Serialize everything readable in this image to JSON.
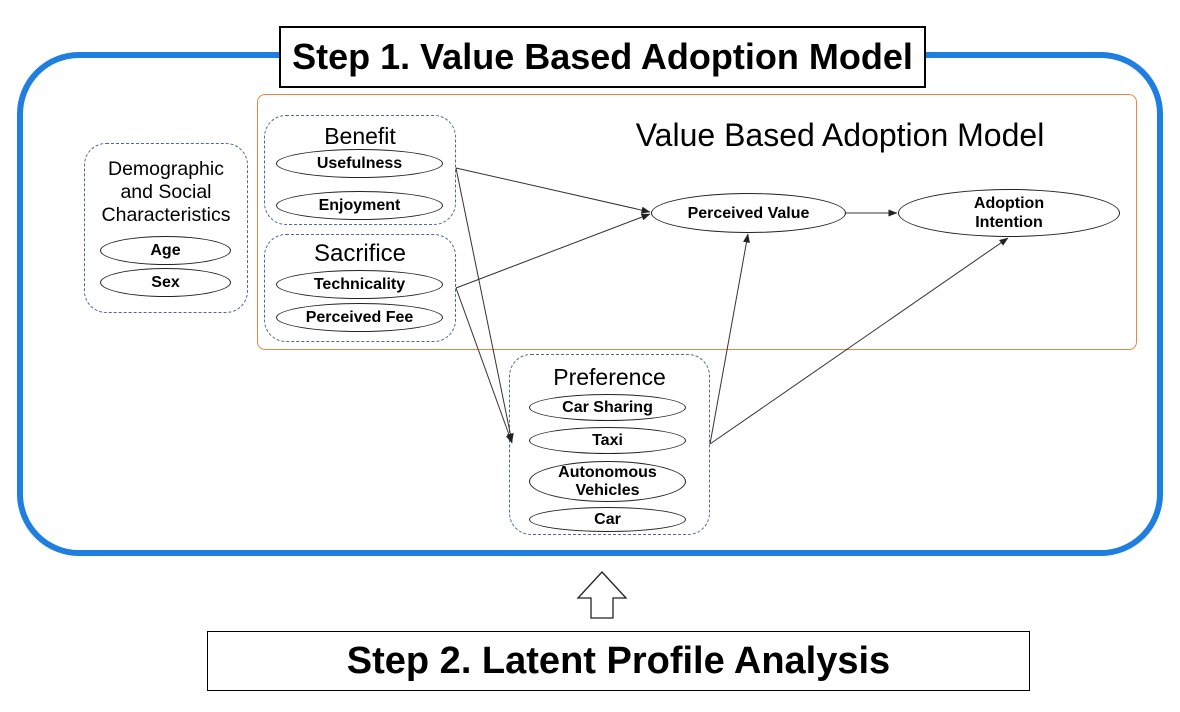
{
  "step1": {
    "title": "Step 1. Value Based Adoption Model"
  },
  "model": {
    "title": "Value Based Adoption Model",
    "perceived_value": "Perceived Value",
    "adoption_intention_line1": "Adoption",
    "adoption_intention_line2": "Intention"
  },
  "demographics": {
    "label_line1": "Demographic",
    "label_line2": "and Social",
    "label_line3": "Characteristics",
    "items": [
      "Age",
      "Sex"
    ]
  },
  "benefit": {
    "label": "Benefit",
    "items": [
      "Usefulness",
      "Enjoyment"
    ]
  },
  "sacrifice": {
    "label": "Sacrifice",
    "items": [
      "Technicality",
      "Perceived Fee"
    ]
  },
  "preference": {
    "label": "Preference",
    "items": [
      "Car Sharing",
      "Taxi",
      "Car"
    ],
    "autonomous_line1": "Autonomous",
    "autonomous_line2": "Vehicles"
  },
  "step2": {
    "title": "Step 2. Latent Profile Analysis"
  },
  "colors": {
    "outer_frame": "#1e7fe0",
    "model_frame": "#e8864a",
    "group_border": "#4a6a9a"
  }
}
